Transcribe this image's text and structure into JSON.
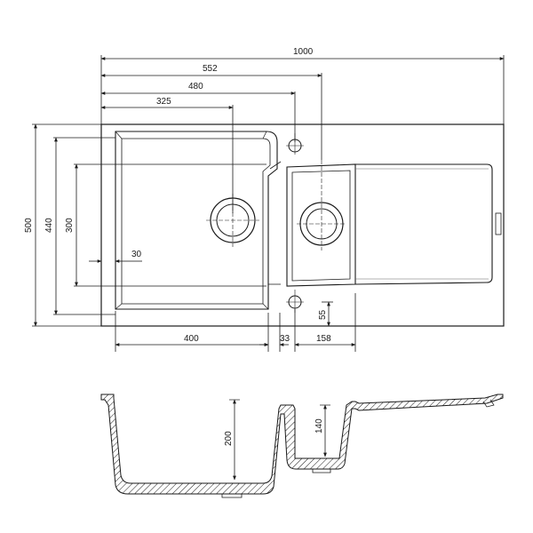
{
  "drawing": {
    "stroke_color": "#1a1a1a",
    "background": "#ffffff",
    "dimensions_top": {
      "overall_length": "1000",
      "to_bowl_separator": "552",
      "to_tap_hole": "480",
      "to_large_drain": "325"
    },
    "dimensions_left": {
      "overall_width": "500",
      "bowl_width": "440",
      "drainer_width": "300",
      "offset": "30"
    },
    "dimensions_bottom": {
      "large_bowl": "400",
      "separator": "33",
      "small_bowl": "158",
      "small_offset": "55"
    },
    "section": {
      "large_depth": "200",
      "small_depth": "140"
    }
  }
}
